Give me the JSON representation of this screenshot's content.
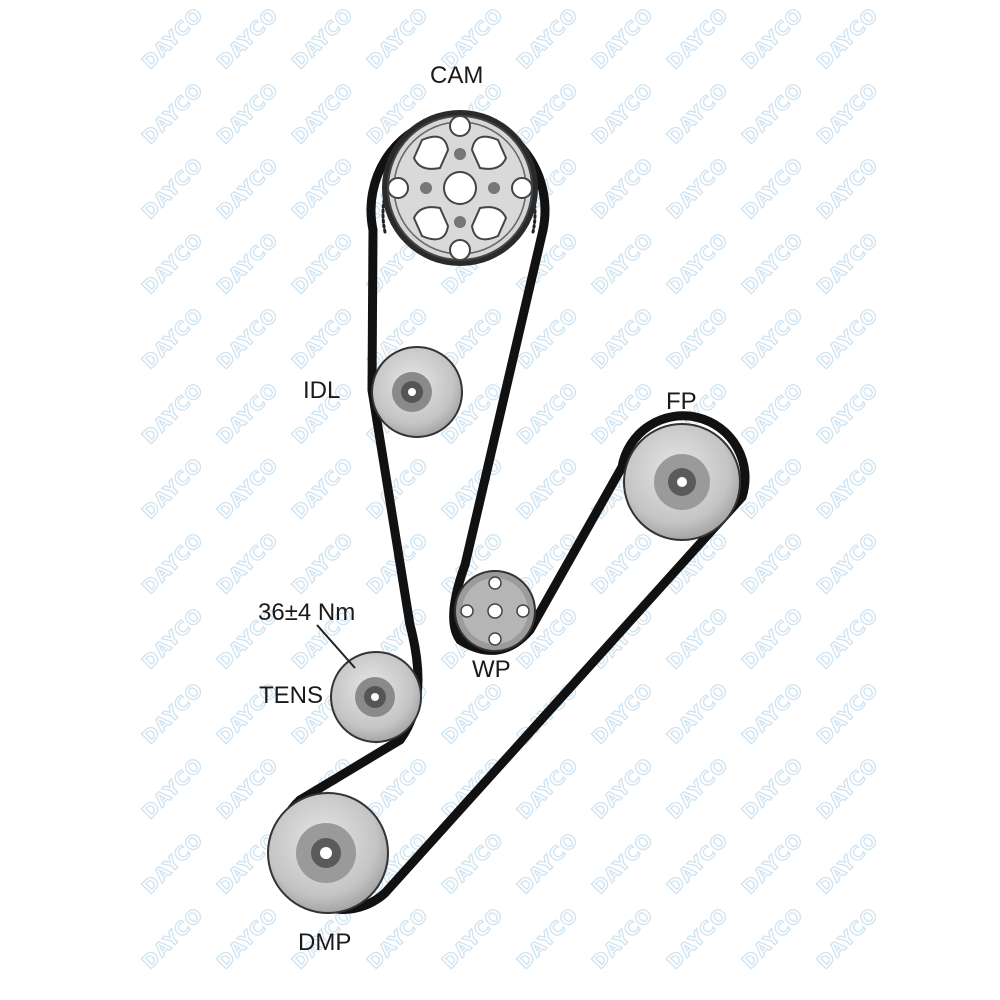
{
  "labels": {
    "cam": "CAM",
    "idl": "IDL",
    "fp": "FP",
    "torque": "36±4 Nm",
    "tens": "TENS",
    "wp": "WP",
    "dmp": "DMP"
  },
  "watermark": {
    "text": "DAYCO"
  },
  "colors": {
    "belt": "#111111",
    "pulley_face": "#d4d4d4",
    "pulley_shade": "#a8a8a8",
    "hub": "#6b6b6b",
    "watermark": "#cfe3f1",
    "background": "#ffffff"
  }
}
